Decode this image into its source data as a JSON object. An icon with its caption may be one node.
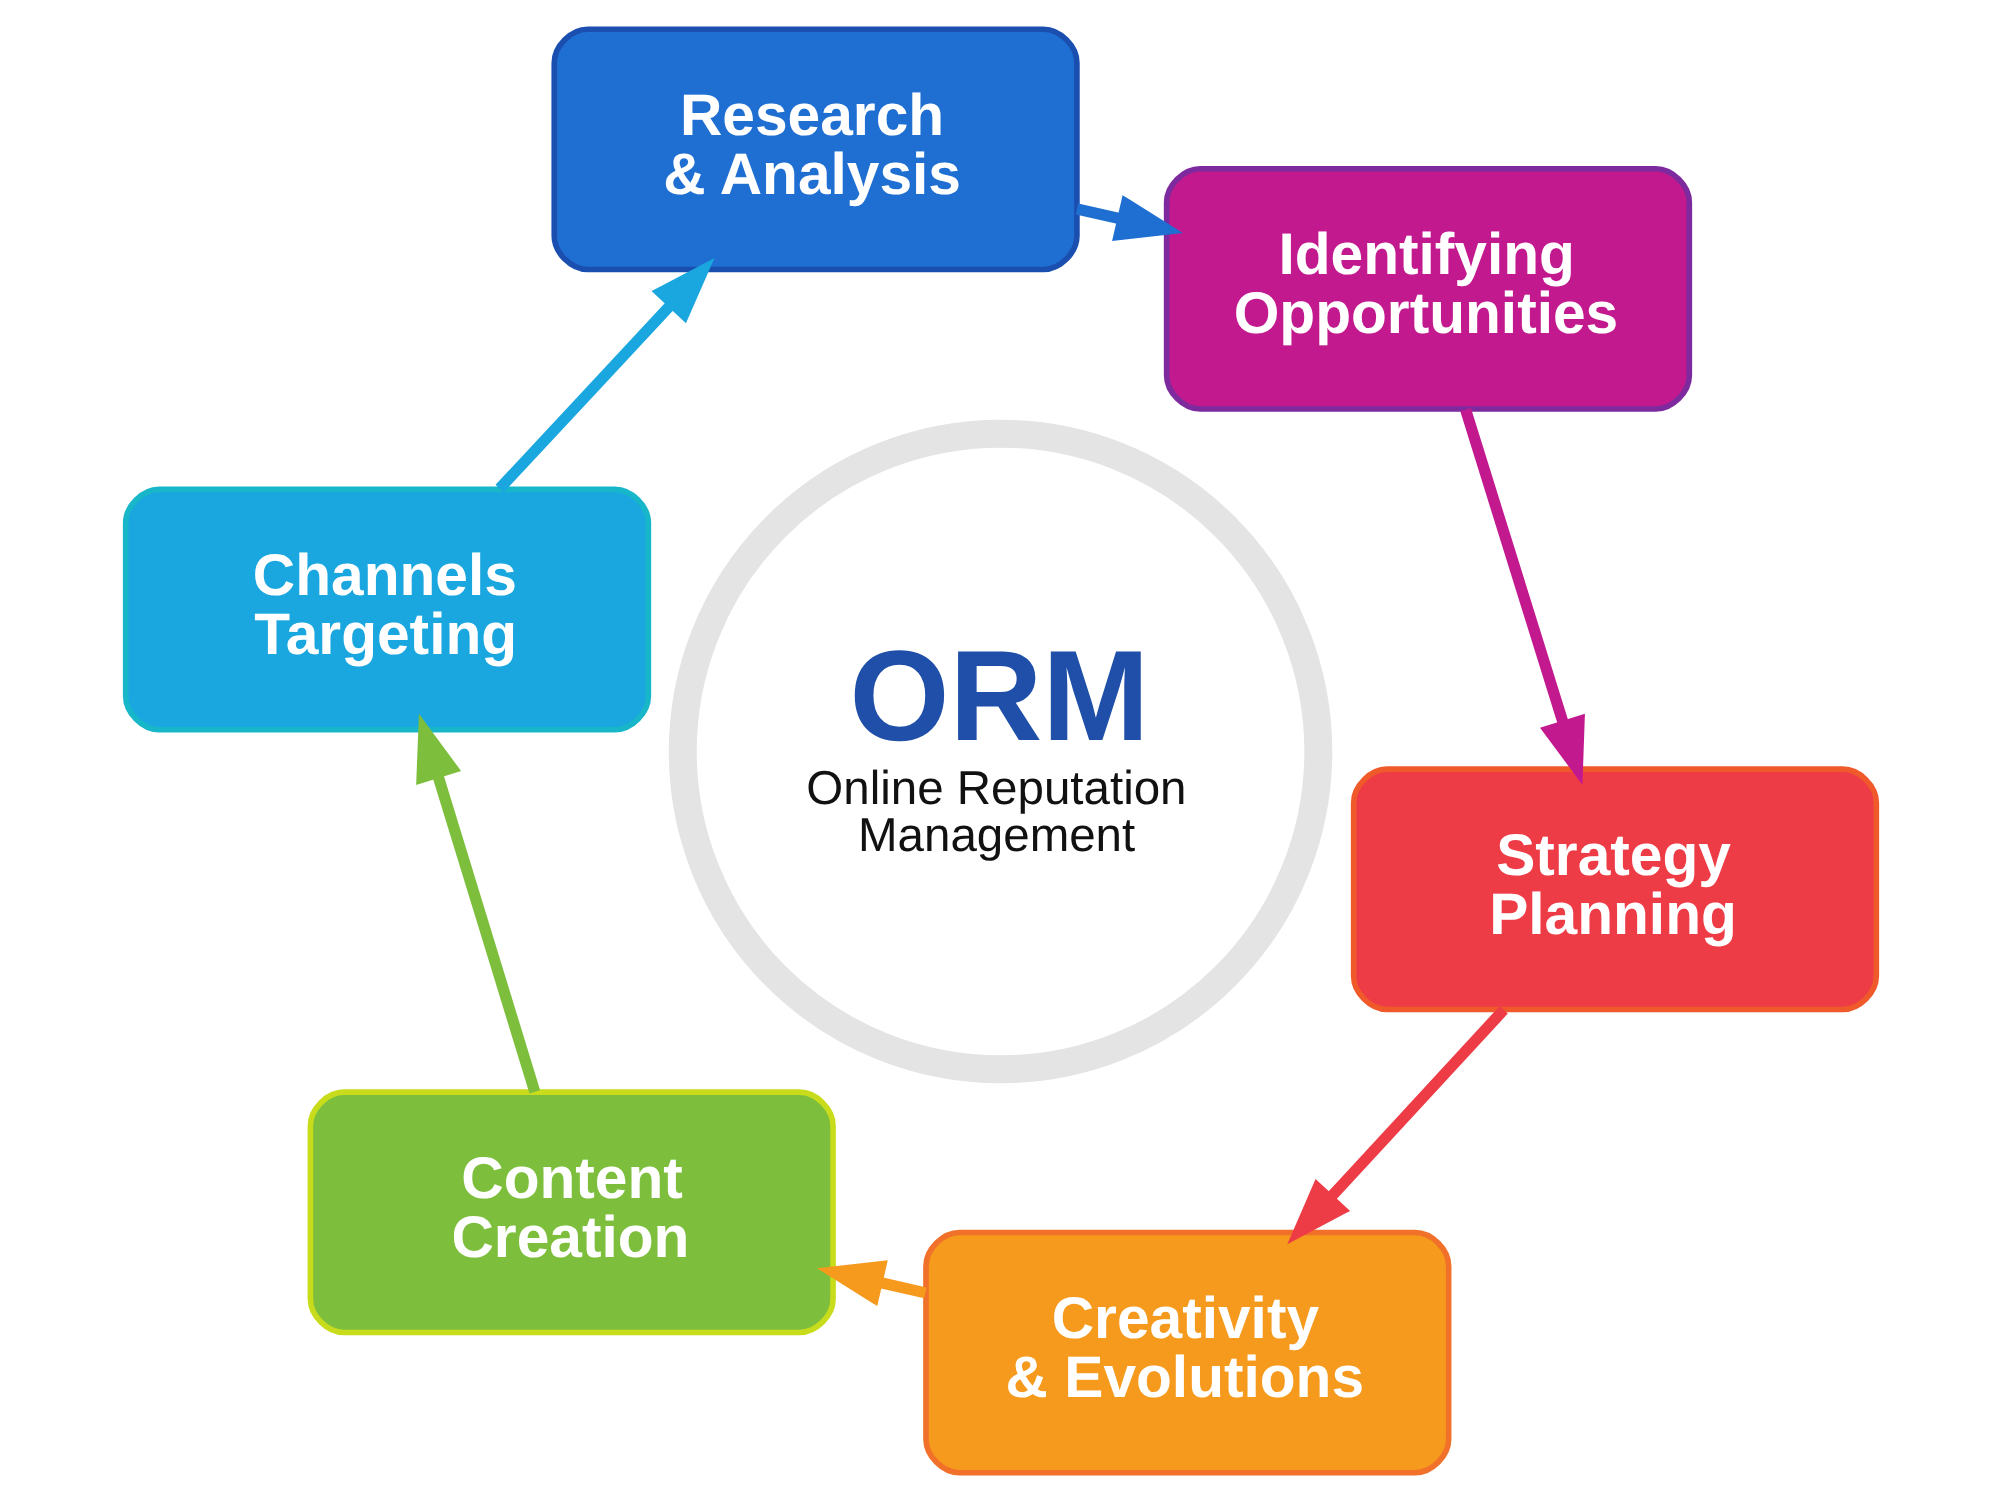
{
  "diagram": {
    "nodes": [
      {
        "text": [
          "ORM",
          "Online Reputation Management"
        ]
      },
      {
        "text": [
          "Research & Analysis"
        ]
      },
      {
        "text": [
          "Identifying Opportunities"
        ]
      },
      {
        "text": [
          "Strategy Planning"
        ]
      },
      {
        "text": [
          "Creativity & Evolutions"
        ]
      },
      {
        "text": [
          "Content Creation"
        ]
      },
      {
        "text": [
          "Channels Targeting"
        ]
      }
    ],
    "edges": [
      {
        "from": 1,
        "to": 2,
        "arrow": "to",
        "color": "#1f6fd2"
      },
      {
        "from": 2,
        "to": 3,
        "arrow": "to",
        "color": "#c2198f"
      },
      {
        "from": 3,
        "to": 4,
        "arrow": "to",
        "color": "#ee3c47"
      },
      {
        "from": 4,
        "to": 5,
        "arrow": "to",
        "color": "#f59a1c"
      },
      {
        "from": 5,
        "to": 6,
        "arrow": "to",
        "color": "#7dbf3c"
      },
      {
        "from": 6,
        "to": 1,
        "arrow": "to",
        "color": "#1aa6de"
      }
    ]
  }
}
